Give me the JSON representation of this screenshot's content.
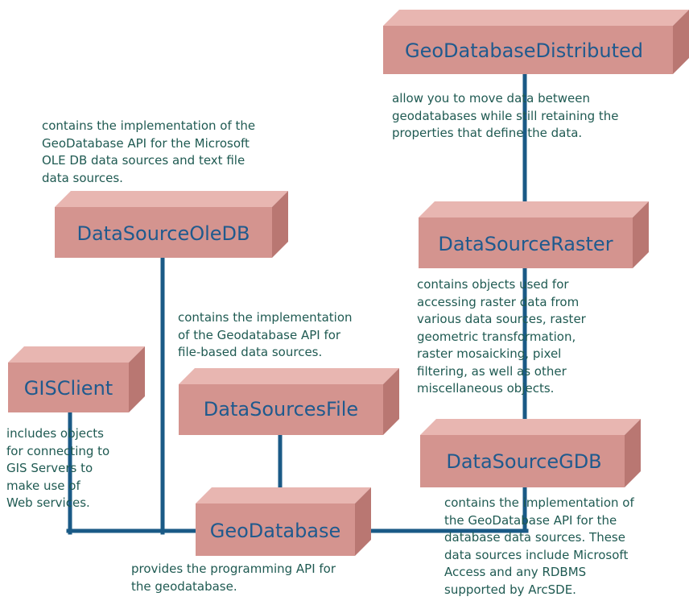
{
  "colors": {
    "box_front": "#d4948f",
    "box_top": "#e8b6b1",
    "box_side": "#b97772",
    "box_label": "#1f5a8e",
    "connector": "#1a5a86",
    "description_text": "#1f5a52"
  },
  "boxes": {
    "geodatabase_distributed": "GeoDatabaseDistributed",
    "datasource_oledb": "DataSourceOleDB",
    "datasource_raster": "DataSourceRaster",
    "gisclient": "GISClient",
    "datasources_file": "DataSourcesFile",
    "datasource_gdb": "DataSourceGDB",
    "geodatabase": "GeoDatabase"
  },
  "descriptions": {
    "geodatabase_distributed": "allow you to move data between\ngeodatabases while still retaining the\nproperties that define the data.",
    "datasource_oledb": "contains the implementation of the\nGeoDatabase API for the Microsoft\nOLE DB data sources and text file\ndata sources.",
    "datasources_file": "contains the implementation\nof the Geodatabase API for\nfile-based data sources.",
    "datasource_raster": "contains objects used for\naccessing raster data from\nvarious data sources, raster\ngeometric transformation,\nraster mosaicking, pixel\nfiltering, as well as other\nmiscellaneous objects.",
    "gisclient": "includes objects\nfor connecting to\nGIS Servers to\nmake use of\nWeb services.",
    "datasource_gdb": "contains the implementation of\nthe GeoDatabase API for the\ndatabase data sources. These\ndata sources include Microsoft\nAccess and any RDBMS\nsupported by ArcSDE.",
    "geodatabase": "provides the programming API for\nthe geodatabase."
  }
}
